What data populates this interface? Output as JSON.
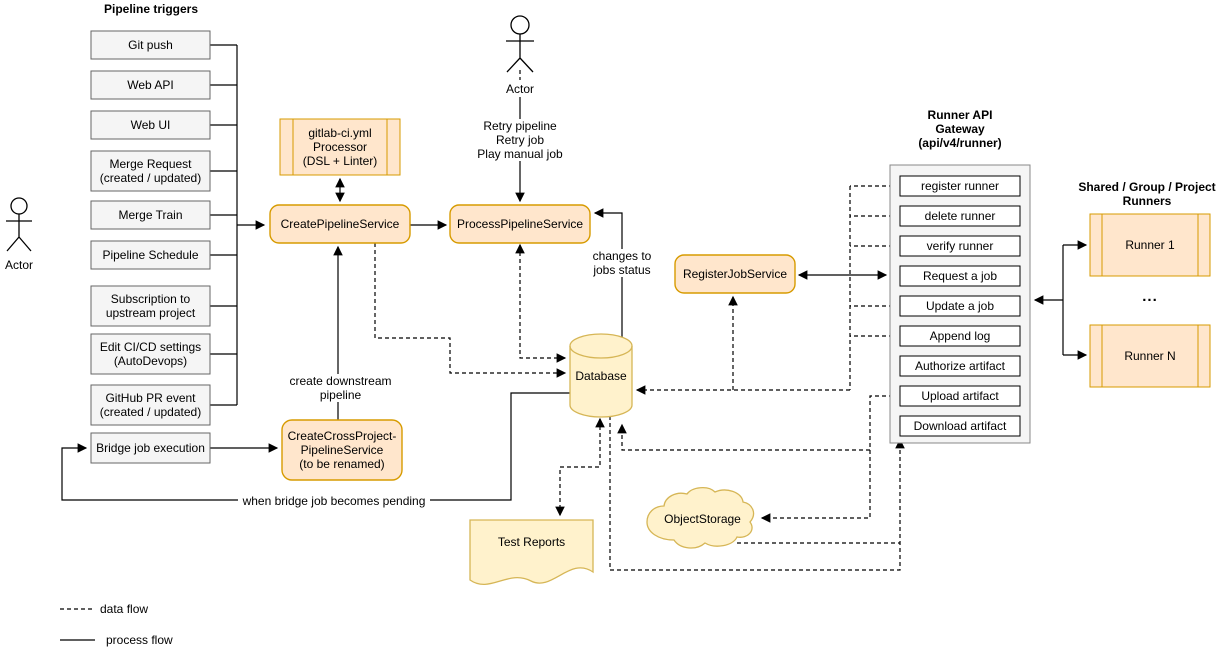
{
  "diagram": {
    "triggers": {
      "title": "Pipeline triggers",
      "items": [
        "Git push",
        "Web API",
        "Web UI",
        "Merge Request\n(created / updated)",
        "Merge Train",
        "Pipeline Schedule",
        "Subscription to\nupstream project",
        "Edit CI/CD settings\n(AutoDevops)",
        "GitHub PR event\n(created / updated)",
        "Bridge job execution"
      ]
    },
    "actors": {
      "left_label": "Actor",
      "top_label": "Actor",
      "top_actions": "Retry pipeline\nRetry job\nPlay manual job"
    },
    "nodes": {
      "processor": "gitlab-ci.yml\nProcessor\n(DSL + Linter)",
      "create_pipeline_service": "CreatePipelineService",
      "process_pipeline_service": "ProcessPipelineService",
      "register_job_service": "RegisterJobService",
      "create_cross_project": "CreateCrossProject-\nPipelineService\n(to be renamed)",
      "database": "Database",
      "test_reports": "Test Reports",
      "object_storage": "ObjectStorage"
    },
    "gateway": {
      "title": "Runner API\nGateway\n(api/v4/runner)",
      "endpoints": [
        "register runner",
        "delete runner",
        "verify runner",
        "Request a job",
        "Update a job",
        "Append log",
        "Authorize artifact",
        "Upload artifact",
        "Download artifact"
      ]
    },
    "runners": {
      "title": "Shared / Group / Project\nRunners",
      "items": [
        "Runner 1",
        "Runner N"
      ],
      "ellipsis": "..."
    },
    "edge_labels": {
      "create_downstream": "create downstream\npipeline",
      "when_bridge": "when bridge job becomes pending",
      "changes_to": "changes to\njobs status"
    },
    "legend": {
      "data_flow": "data flow",
      "process_flow": "process flow"
    },
    "colors": {
      "service_fill": "#ffe6cc",
      "service_stroke": "#d79b00",
      "store_fill": "#fff2cc",
      "store_stroke": "#d6b656",
      "trigger_fill": "#f5f5f5",
      "trigger_stroke": "#666666",
      "line": "#000000"
    }
  }
}
